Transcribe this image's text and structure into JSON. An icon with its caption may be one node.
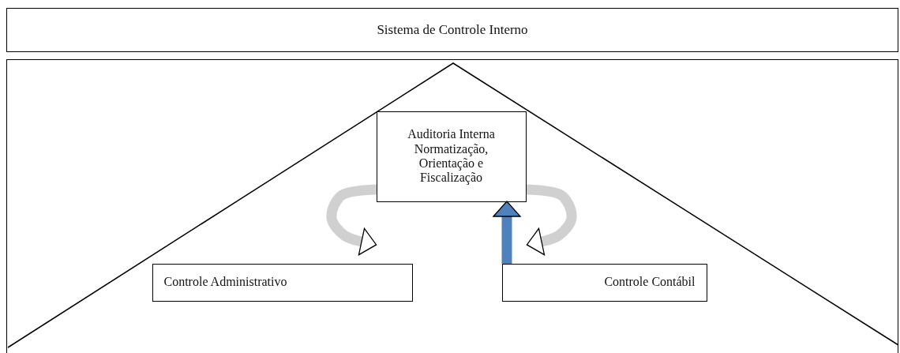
{
  "diagram": {
    "nodes": [
      {
        "text": [
          "Sistema de Controle Interno"
        ]
      },
      {
        "text": [],
        "shape": "box"
      },
      {
        "text": [
          "Auditoria Interna Normatização, Orientação e Fiscalização"
        ],
        "in": 1
      },
      {
        "text": [
          "Controle Administrativo"
        ],
        "in": 1
      },
      {
        "text": [
          "Controle Contábil"
        ],
        "in": 1
      }
    ],
    "edges": [
      {
        "from": 2,
        "to": 3,
        "arrow": "to"
      },
      {
        "from": 2,
        "to": 4,
        "arrow": "to"
      },
      {
        "from": 4,
        "to": 2,
        "arrow": "to",
        "color": "#4f81bd"
      }
    ]
  }
}
